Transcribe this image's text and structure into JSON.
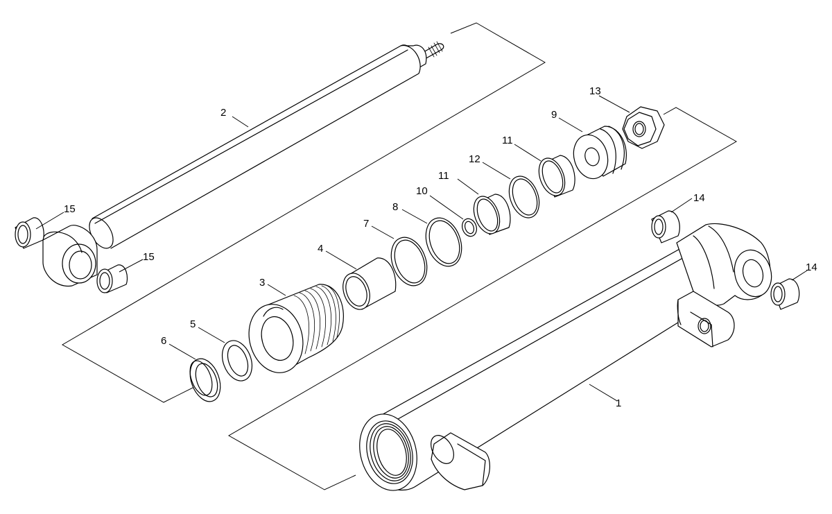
{
  "callouts": [
    {
      "id": "c1",
      "label": "1",
      "part": "barrel"
    },
    {
      "id": "c2",
      "label": "2",
      "part": "piston-rod"
    },
    {
      "id": "c3",
      "label": "3",
      "part": "gland"
    },
    {
      "id": "c4",
      "label": "4",
      "part": "bushing"
    },
    {
      "id": "c5",
      "label": "5",
      "part": "seal"
    },
    {
      "id": "c6",
      "label": "6",
      "part": "wiper"
    },
    {
      "id": "c7",
      "label": "7",
      "part": "o-ring"
    },
    {
      "id": "c8",
      "label": "8",
      "part": "backup-ring"
    },
    {
      "id": "c9",
      "label": "9",
      "part": "piston"
    },
    {
      "id": "c10",
      "label": "10",
      "part": "o-ring-small"
    },
    {
      "id": "c11a",
      "label": "11",
      "part": "wear-ring"
    },
    {
      "id": "c11b",
      "label": "11",
      "part": "wear-ring"
    },
    {
      "id": "c12",
      "label": "12",
      "part": "piston-seal"
    },
    {
      "id": "c13",
      "label": "13",
      "part": "nut"
    },
    {
      "id": "c14a",
      "label": "14",
      "part": "bearing"
    },
    {
      "id": "c14b",
      "label": "14",
      "part": "bearing"
    },
    {
      "id": "c15a",
      "label": "15",
      "part": "bearing"
    },
    {
      "id": "c15b",
      "label": "15",
      "part": "bearing"
    }
  ]
}
